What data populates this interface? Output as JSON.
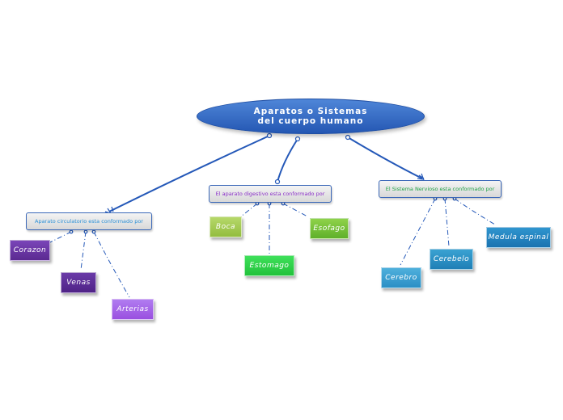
{
  "root": {
    "label": "Aparatos o Sistemas del cuerpo humano"
  },
  "branches": [
    {
      "label": "Aparato circulatorio esta conformado por",
      "color": "#2a8fd6"
    },
    {
      "label": "El aparato digestivo esta conformado por",
      "color": "#8a2fc9"
    },
    {
      "label": "El Sistema Nervioso esta conformado por",
      "color": "#23a34a"
    }
  ],
  "leaves": {
    "corazon": "Corazon",
    "venas": "Venas",
    "arterias": "Arterias",
    "boca": "Boca",
    "esofago": "Esofago",
    "estomago": "Estomago",
    "cerebro": "Cerebro",
    "cerebelo": "Cerebelo",
    "medula": "Medula espinal"
  },
  "colors": {
    "connector": "#2458b8",
    "purple_dark": "#5b2a91",
    "purple_light": "#9a4fe0",
    "green_light": "#9bc447",
    "green_dark": "#2fbf3a",
    "blue": "#2a8fc5"
  }
}
